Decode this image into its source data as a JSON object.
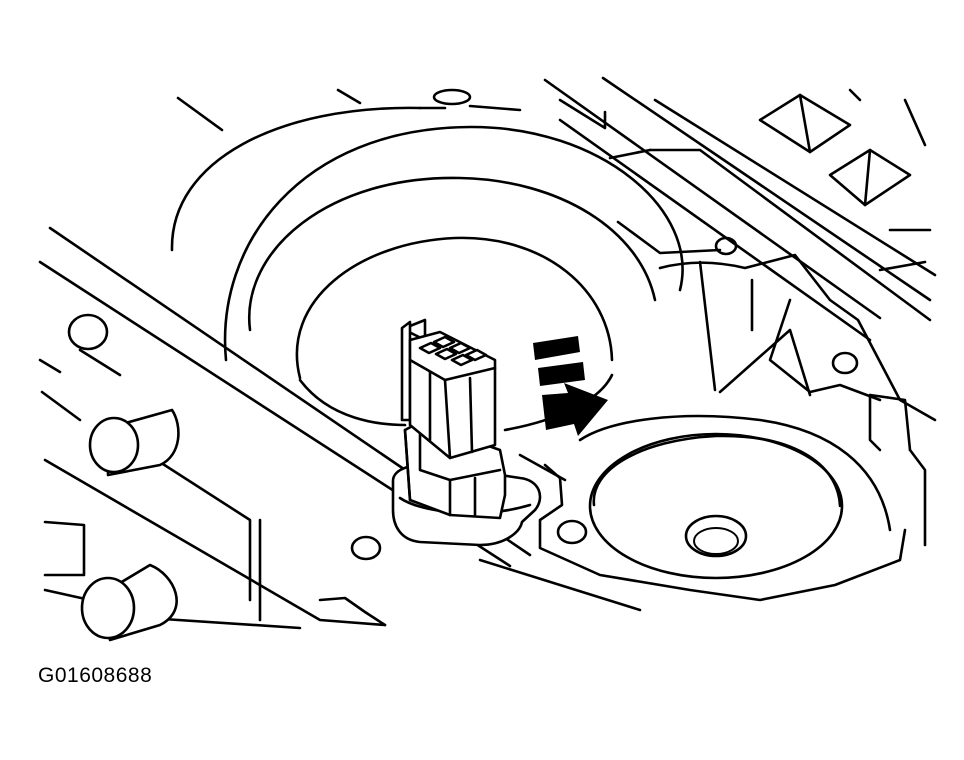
{
  "figure": {
    "code": "G01608688",
    "line_color": "#000000",
    "background_color": "#ffffff"
  },
  "connector": {
    "pin_rows": 2,
    "pins_per_row": 3,
    "insertion_arrow_icon": "arrow-down-right-icon"
  }
}
